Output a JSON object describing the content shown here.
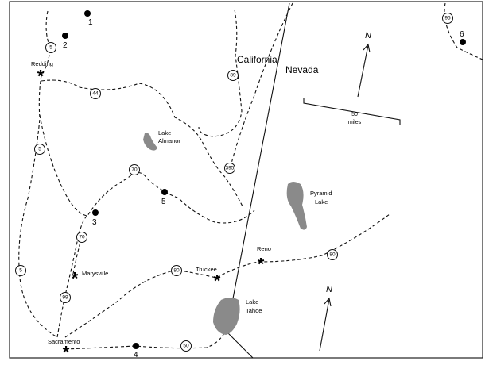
{
  "states": {
    "california": "California",
    "nevada": "Nevada"
  },
  "cities": {
    "redding": "Redding",
    "marysville": "Marysville",
    "sacramento": "Sacramento",
    "truckee": "Truckee",
    "reno": "Reno"
  },
  "lakes": {
    "almanor": [
      "Lake",
      "Almanor"
    ],
    "pyramid": [
      "Pyramid",
      "Lake"
    ],
    "tahoe": [
      "Lake",
      "Tahoe"
    ]
  },
  "highways": {
    "h5_top": "5",
    "h5_mid": "5",
    "h5_low": "5",
    "h44": "44",
    "h89_top": "89",
    "h395": "395",
    "h70": "70",
    "h70_b": "70",
    "h99": "99",
    "h80_w": "80",
    "h80_e": "80",
    "h50": "50",
    "h95": "95"
  },
  "sites": [
    "1",
    "2",
    "3",
    "4",
    "5",
    "6"
  ],
  "scale": {
    "value": "50",
    "unit": "miles"
  },
  "north_label": "N"
}
